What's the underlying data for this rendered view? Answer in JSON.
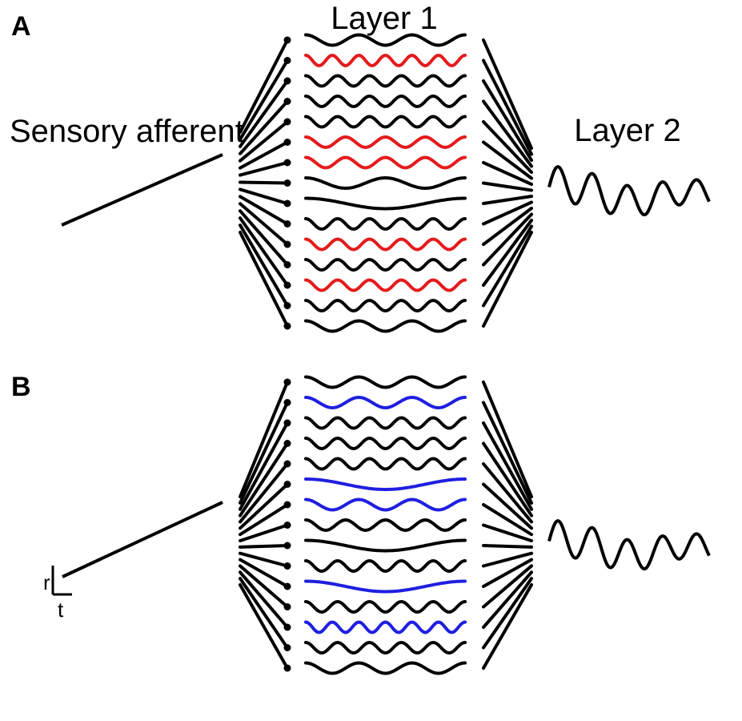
{
  "panels": [
    {
      "letter": "A",
      "wave_colors": [
        "black",
        "red",
        "black",
        "black",
        "black",
        "red",
        "red",
        "black",
        "black",
        "black",
        "red",
        "black",
        "red",
        "black",
        "black"
      ],
      "wave_cycles": [
        3,
        6,
        5,
        5,
        5,
        4,
        4,
        2,
        1,
        5,
        5,
        5,
        5,
        5,
        3
      ]
    },
    {
      "letter": "B",
      "wave_colors": [
        "black",
        "blue",
        "black",
        "black",
        "black",
        "blue",
        "blue",
        "black",
        "black",
        "black",
        "blue",
        "black",
        "blue",
        "black",
        "black"
      ],
      "wave_cycles": [
        3,
        3,
        5,
        5,
        5,
        1,
        3,
        4,
        1,
        5,
        1,
        5,
        6,
        5,
        3
      ]
    }
  ],
  "labels": {
    "layer1": "Layer 1",
    "layer2": "Layer 2",
    "sensory": "Sensory afferent",
    "axis_r": "r",
    "axis_t": "t"
  },
  "colors": {
    "ink": "#000000",
    "red": "#e41a1c",
    "blue": "#1f1fe0"
  }
}
